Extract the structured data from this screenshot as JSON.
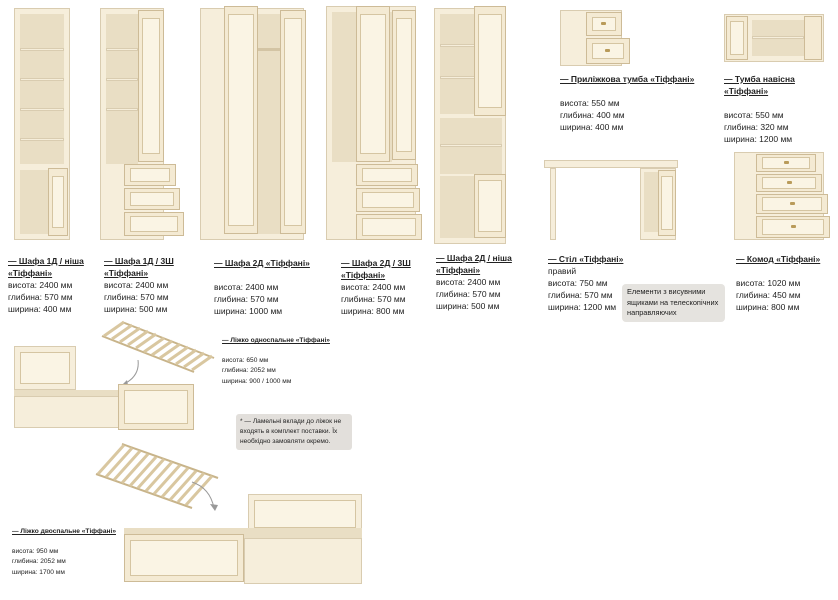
{
  "items": [
    {
      "title": "— Шафа 1Д / ніша «Тіффані»",
      "dims": [
        "висота: 2400 мм",
        "глибина: 570 мм",
        "ширина: 400 мм"
      ]
    },
    {
      "title": "— Шафа 1Д / 3Ш «Тіффані»",
      "dims": [
        "висота: 2400 мм",
        "глибина: 570 мм",
        "ширина: 500 мм"
      ]
    },
    {
      "title": "— Шафа 2Д «Тіффані»",
      "dims": [
        "висота: 2400 мм",
        "глибина: 570 мм",
        "ширина: 1000 мм"
      ]
    },
    {
      "title": "— Шафа 2Д / 3Ш «Тіффані»",
      "dims": [
        "висота: 2400 мм",
        "глибина: 570 мм",
        "ширина: 800 мм"
      ]
    },
    {
      "title": "— Шафа 2Д / ніша «Тіффані»",
      "dims": [
        "висота: 2400 мм",
        "глибина: 570 мм",
        "ширина: 500 мм"
      ]
    },
    {
      "title": "— Приліжкова тумба «Тіффані»",
      "dims": [
        "висота: 550 мм",
        "глибина: 400 мм",
        "ширина: 400 мм"
      ]
    },
    {
      "title": "— Тумба навісна «Тіффані»",
      "dims": [
        "висота: 550 мм",
        "глибина: 320 мм",
        "ширина: 1200 мм"
      ]
    },
    {
      "title": "— Стіл «Тіффані»",
      "subtitle": "правий",
      "dims": [
        "висота: 750 мм",
        "глибина: 570 мм",
        "ширина: 1200 мм"
      ]
    },
    {
      "title": "— Комод «Тіффані»",
      "dims": [
        "висота: 1020 мм",
        "глибина: 450 мм",
        "ширина: 800 мм"
      ]
    },
    {
      "title": "— Ліжко односпальне «Тіффані»",
      "dims": [
        "висота: 650 мм",
        "глибина: 2052 мм",
        "ширина: 900 / 1000 мм"
      ]
    },
    {
      "title": "— Ліжко двоспальне «Тіффані»",
      "dims": [
        "висота: 950 мм",
        "глибина: 2052 мм",
        "ширина: 1700 мм"
      ]
    }
  ],
  "notes": {
    "drawers": "Елементи з висувними ящиками на телескопічних направляючих",
    "slats": "* — Ламельні вклади до ліжок не входять в комплект поставки. Їх необхідно замовляти окремо."
  }
}
